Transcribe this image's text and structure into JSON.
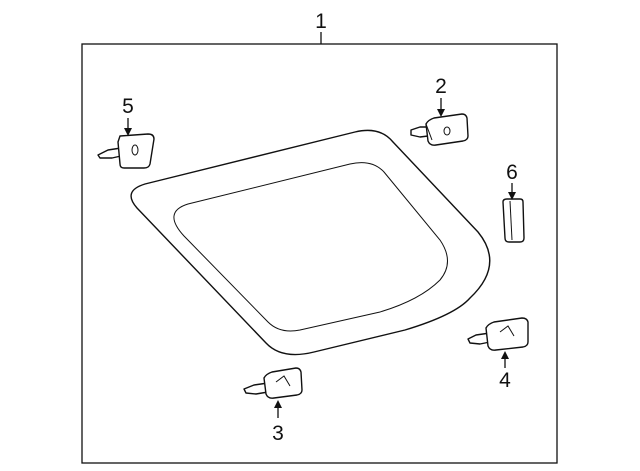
{
  "diagram": {
    "callouts": {
      "part1": "1",
      "part2": "2",
      "part3": "3",
      "part4": "4",
      "part5": "5",
      "part6": "6"
    },
    "colors": {
      "line": "#111111",
      "background": "#ffffff"
    }
  }
}
